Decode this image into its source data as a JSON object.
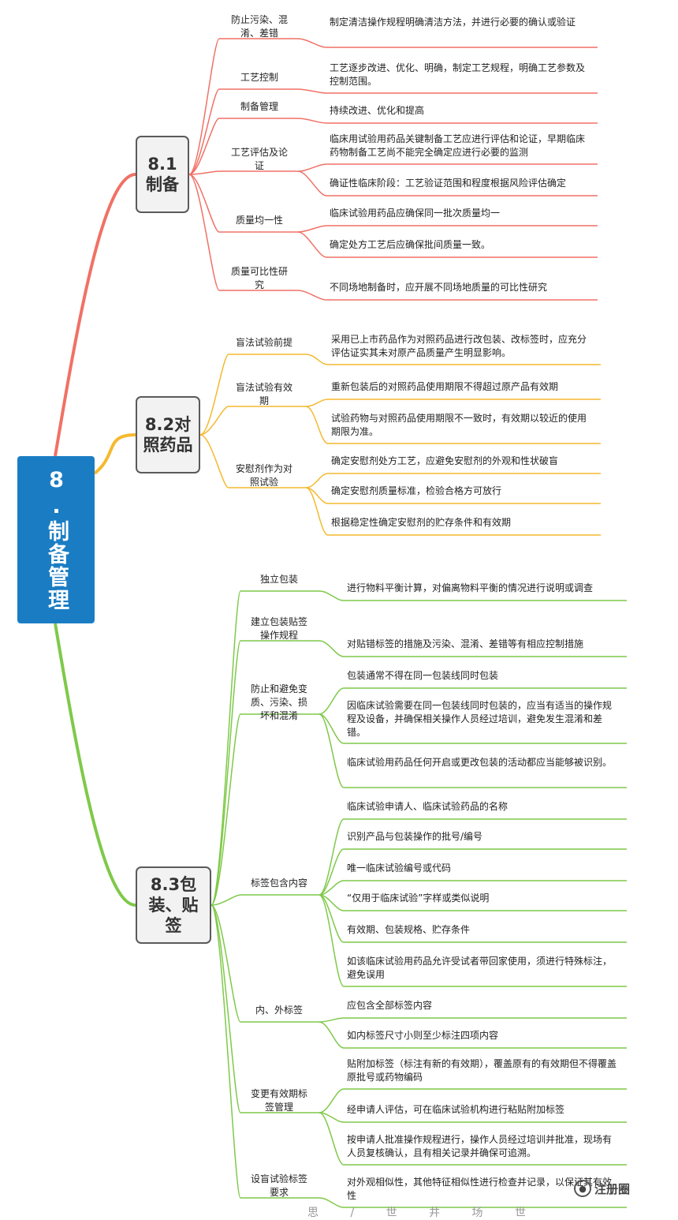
{
  "root": {
    "label": "8.制备管理"
  },
  "colors": {
    "root": "#1a7dc4",
    "s1": "#f07166",
    "s2": "#f5b92e",
    "s3": "#7fc94a"
  },
  "branches": [
    {
      "label": "8.1制备",
      "subs": [
        {
          "label": "防止污染、混淆、差错",
          "leaves": [
            "制定清洁操作规程明确清洁方法，并进行必要的确认或验证"
          ]
        },
        {
          "label": "工艺控制",
          "leaves": [
            "工艺逐步改进、优化、明确，制定工艺规程，明确工艺参数及控制范围。"
          ]
        },
        {
          "label": "制备管理",
          "leaves": [
            "持续改进、优化和提高"
          ]
        },
        {
          "label": "工艺评估及论证",
          "leaves": [
            "临床用试验用药品关键制备工艺应进行评估和论证，早期临床药物制备工艺尚不能完全确定应进行必要的监测",
            "确证性临床阶段：工艺验证范围和程度根据风险评估确定"
          ]
        },
        {
          "label": "质量均一性",
          "leaves": [
            "临床试验用药品应确保同一批次质量均一",
            "确定处方工艺后应确保批间质量一致。"
          ]
        },
        {
          "label": "质量可比性研究",
          "leaves": [
            "不同场地制备时，应开展不同场地质量的可比性研究"
          ]
        }
      ]
    },
    {
      "label": "8.2对照药品",
      "subs": [
        {
          "label": "盲法试验前提",
          "leaves": [
            "采用已上市药品作为对照药品进行改包装、改标签时，应充分评估证实其未对原产品质量产生明显影响。"
          ]
        },
        {
          "label": "盲法试验有效期",
          "leaves": [
            "重新包装后的对照药品使用期限不得超过原产品有效期",
            "试验药物与对照药品使用期限不一致时，有效期以较近的使用期限为准。"
          ]
        },
        {
          "label": "安慰剂作为对照试验",
          "leaves": [
            "确定安慰剂处方工艺，应避免安慰剂的外观和性状破盲",
            "确定安慰剂质量标准，检验合格方可放行",
            "根据稳定性确定安慰剂的贮存条件和有效期"
          ]
        }
      ]
    },
    {
      "label": "8.3包装、贴签",
      "subs": [
        {
          "label": "独立包装",
          "leaves": [
            "进行物料平衡计算，对偏离物料平衡的情况进行说明或调查"
          ]
        },
        {
          "label": "建立包装贴签操作规程",
          "leaves": [
            "对贴错标签的措施及污染、混淆、差错等有相应控制措施"
          ]
        },
        {
          "label": "防止和避免变质、污染、损坏和混淆",
          "leaves": [
            "包装通常不得在同一包装线同时包装",
            "因临床试验需要在同一包装线同时包装的，应当有适当的操作规程及设备，并确保相关操作人员经过培训，避免发生混淆和差错。",
            "临床试验用药品任何开启或更改包装的活动都应当能够被识别。"
          ]
        },
        {
          "label": "标签包含内容",
          "leaves": [
            "临床试验申请人、临床试验药品的名称",
            "识别产品与包装操作的批号/编号",
            "唯一临床试验编号或代码",
            "“仅用于临床试验”字样或类似说明",
            "有效期、包装规格、贮存条件",
            "如该临床试验用药品允许受试者带回家使用，须进行特殊标注，避免误用"
          ]
        },
        {
          "label": "内、外标签",
          "leaves": [
            "应包含全部标签内容",
            "如内标签尺寸小则至少标注四项内容"
          ]
        },
        {
          "label": "变更有效期标签管理",
          "leaves": [
            "贴附加标签（标注有新的有效期），覆盖原有的有效期但不得覆盖原批号或药物编码",
            "经申请人评估，可在临床试验机构进行粘贴附加标签",
            "按申请人批准操作规程进行，操作人员经过培训并批准，现场有人员复核确认，且有相关记录并确保可追溯。"
          ]
        },
        {
          "label": "设盲试验标签要求",
          "leaves": [
            "对外观相似性，其他特征相似性进行检查并记录，以保证其有效性"
          ]
        }
      ]
    }
  ],
  "watermark": {
    "text": "注册圈"
  },
  "cutoff_text": "思 / 世 井 场 世"
}
